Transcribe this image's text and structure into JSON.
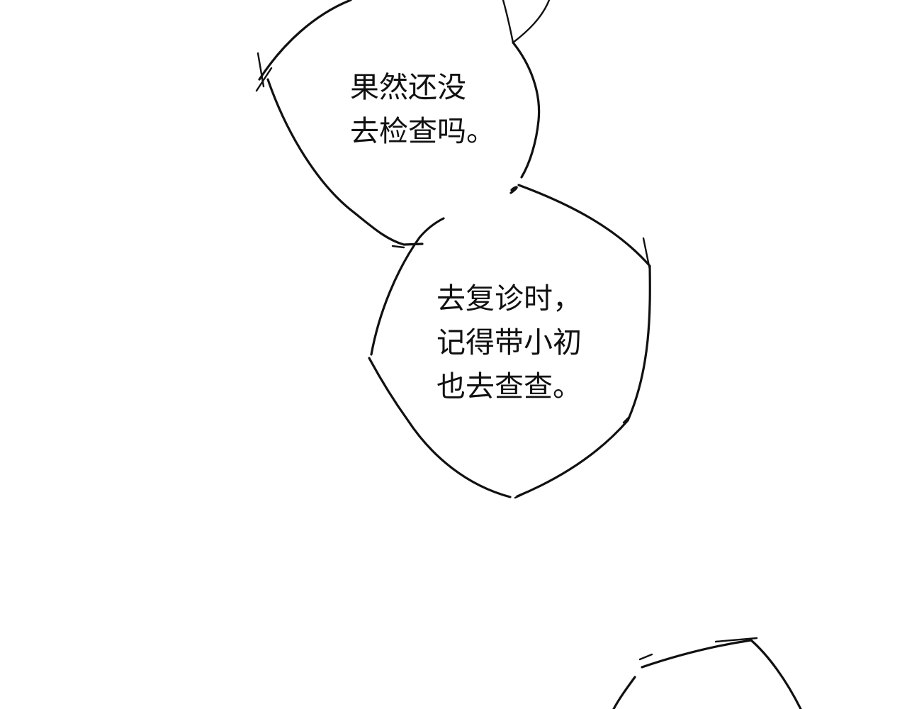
{
  "bubble_1": {
    "lines": [
      "果然还没",
      "去检查吗。"
    ]
  },
  "bubble_2": {
    "lines": [
      "去复诊时，",
      "记得带小初",
      "也去查查。"
    ]
  },
  "colors": {
    "background": "#ffffff",
    "ink": "#111111"
  }
}
